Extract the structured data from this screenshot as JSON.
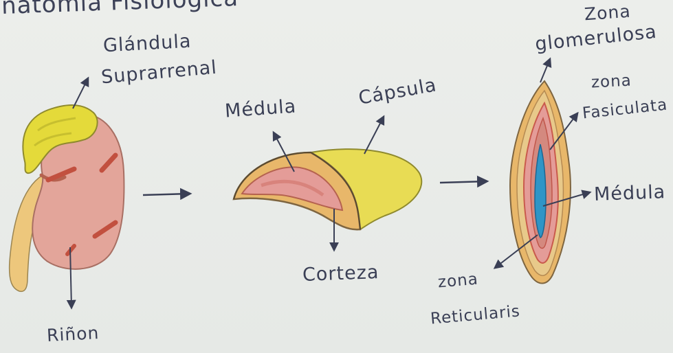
{
  "page": {
    "title": "natomia Fisiologica"
  },
  "labels": {
    "glandula_line1": "Glándula",
    "glandula_line2": "Suprarrenal",
    "medula_center": "Médula",
    "capsula": "Cápsula",
    "corteza": "Corteza",
    "rinon": "Riñon",
    "zona_glomerulosa_line1": "Zona",
    "zona_glomerulosa_line2": "glomerulosa",
    "zona_fasciculata_line1": "zona",
    "zona_fasciculata_line2": "Fasiculata",
    "medula_right": "Médula",
    "zona_reticularis_line1": "zona",
    "zona_reticularis_line2": "Reticularis"
  },
  "colors": {
    "ink": "#3a3f55",
    "adrenal_yellow": "#e4da3a",
    "kidney_pink": "#e3a59a",
    "kidney_red": "#c2503f",
    "capsule_yellow": "#e8dc54",
    "cortex_orange": "#e8b76a",
    "medulla_pink": "#e49c98",
    "zone_red": "#c95a4c",
    "medulla_blue": "#2f95c6"
  }
}
